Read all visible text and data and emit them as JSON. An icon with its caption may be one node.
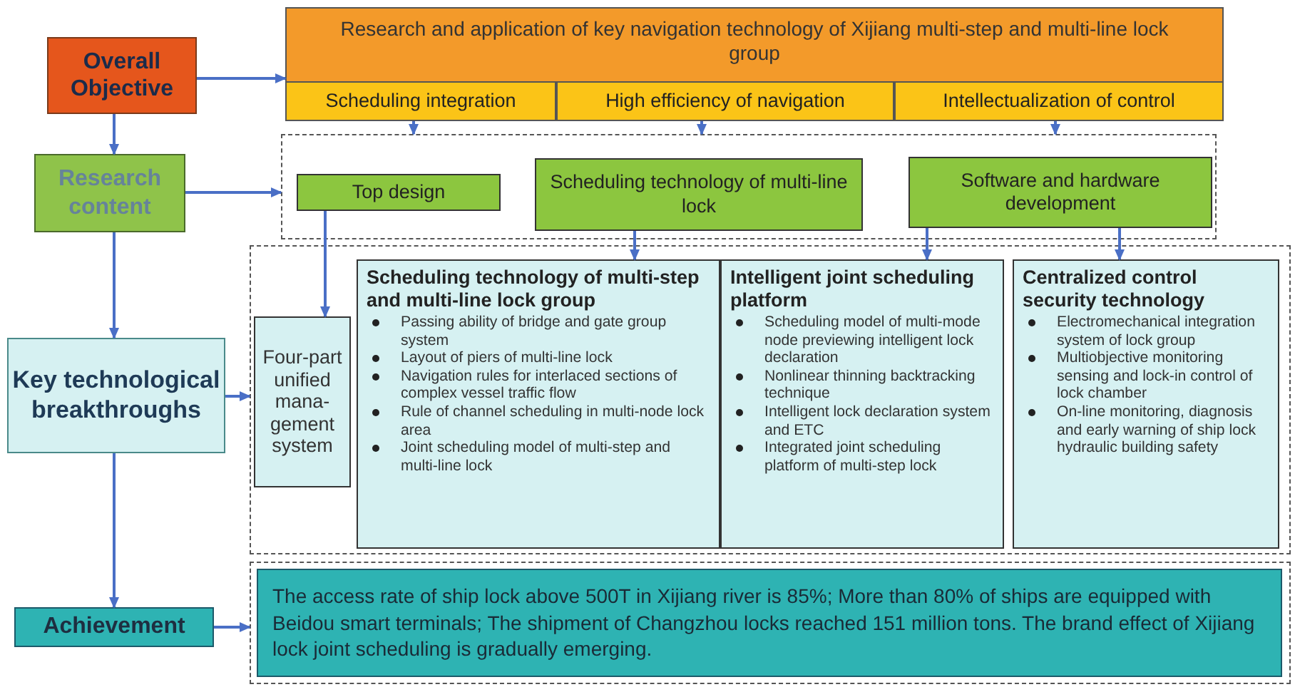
{
  "diagram": {
    "nodes": [
      {
        "text": [
          "Overall Objective"
        ]
      },
      {
        "text": [
          "Research and application of key navigation technology of Xijiang multi-step and multi-line lock group"
        ]
      },
      {
        "text": [
          "Scheduling integration"
        ],
        "in": 1
      },
      {
        "text": [
          "High efficiency of navigation"
        ],
        "in": 1
      },
      {
        "text": [
          "Intellectualization of control"
        ],
        "in": 1
      },
      {
        "text": [
          "Research content"
        ]
      },
      {
        "text": [],
        "shape": "box"
      },
      {
        "text": [
          "Top design"
        ],
        "in": 6
      },
      {
        "text": [
          "Scheduling technology of multi-line lock"
        ],
        "in": 6
      },
      {
        "text": [
          "Software and hardware development"
        ],
        "in": 6
      },
      {
        "text": [
          "Key technological breakthroughs"
        ]
      },
      {
        "text": [],
        "shape": "box"
      },
      {
        "text": [
          "Four-part unified mana-gement system"
        ],
        "in": 11
      },
      {
        "text": [
          "Scheduling technology of multi-step and multi-line lock group",
          "Passing ability of bridge and gate group system",
          "Layout of piers of multi-line lock",
          "Navigation rules for interlaced sections of complex vessel traffic flow",
          "Rule of channel scheduling in multi-node lock area",
          "Joint scheduling model of multi-step and multi-line lock"
        ],
        "in": 11
      },
      {
        "text": [
          "Intelligent joint scheduling platform",
          "Scheduling model of multi-mode node previewing intelligent lock declaration",
          "Nonlinear thinning backtracking technique",
          "Intelligent lock declaration system and ETC",
          "Integrated joint scheduling platform of multi-step lock"
        ],
        "in": 11
      },
      {
        "text": [
          "Centralized control security technology",
          "Electromechanical integration system of lock group",
          "Multiobjective monitoring sensing and lock-in control of lock chamber",
          "On-line monitoring, diagnosis and early warning of ship lock hydraulic building safety"
        ],
        "in": 11
      },
      {
        "text": [
          "Achievement"
        ]
      },
      {
        "text": [],
        "shape": "box"
      },
      {
        "text": [
          "The access rate of ship lock above 500T in Xijiang river is 85%; More than 80% of ships are equipped with Beidou smart terminals; The shipment of Changzhou locks reached 151 million tons. The brand effect of Xijiang lock joint scheduling is gradually emerging."
        ],
        "in": 17
      }
    ],
    "edges": [
      {
        "from": 0,
        "to": 1,
        "arrow": "to"
      },
      {
        "from": 0,
        "to": 5,
        "arrow": "to"
      },
      {
        "from": 5,
        "to": 6,
        "arrow": "to"
      },
      {
        "from": 5,
        "to": 10,
        "arrow": "to"
      },
      {
        "from": 10,
        "to": 11,
        "arrow": "to"
      },
      {
        "from": 10,
        "to": 16,
        "arrow": "to"
      },
      {
        "from": 16,
        "to": 17,
        "arrow": "to"
      },
      {
        "from": 2,
        "to": 6,
        "arrow": "to"
      },
      {
        "from": 3,
        "to": 6,
        "arrow": "to"
      },
      {
        "from": 4,
        "to": 6,
        "arrow": "to"
      },
      {
        "from": 7,
        "to": 12,
        "arrow": "to"
      },
      {
        "from": 8,
        "to": 13,
        "arrow": "to"
      },
      {
        "from": 9,
        "to": 14,
        "arrow": "to"
      },
      {
        "from": 9,
        "to": 15,
        "arrow": "to"
      }
    ]
  }
}
